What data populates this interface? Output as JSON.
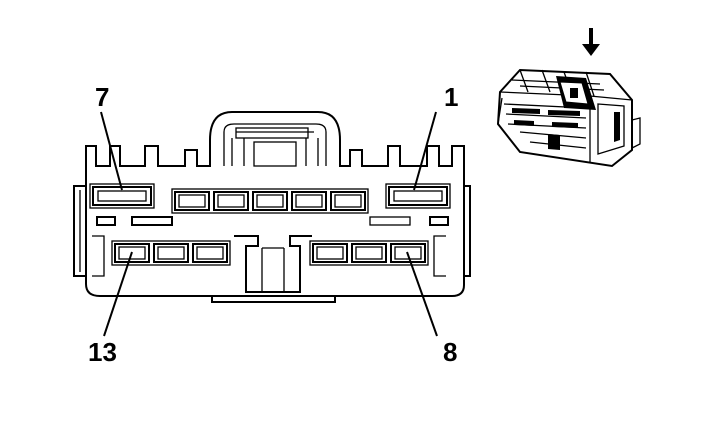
{
  "pin_labels": {
    "top_left": "7",
    "top_right": "1",
    "bottom_left": "13",
    "bottom_right": "8"
  },
  "direction_arrow_icon": "down-arrow-icon"
}
